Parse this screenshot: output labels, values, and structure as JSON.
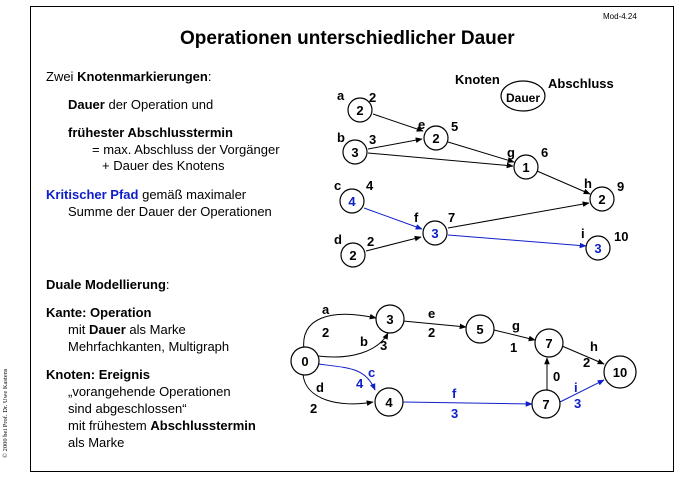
{
  "slide_id": "Mod-4.24",
  "title": "Operationen unterschiedlicher Dauer",
  "copyright": "© 2000 bei Prof. Dr. Uwe Kastens",
  "left": {
    "intro_prefix": "Zwei ",
    "intro_bold": "Knotenmarkierungen",
    "intro_suffix": ":",
    "dauer_bold": "Dauer",
    "dauer_rest": " der Operation und",
    "fruehester": "frühester Abschlusstermin",
    "max_line": "= max. Abschluss der Vorgänger",
    "plus_line": "+ Dauer des Knotens",
    "krit_bold": "Kritischer Pfad",
    "krit_rest": " gemäß maximaler",
    "krit_line2": "Summe der Dauer der Operationen",
    "duale_bold": "Duale Modellierung",
    "duale_suffix": ":",
    "kante_bold": "Kante: Operation",
    "mit_prefix": "mit ",
    "mit_bold": "Dauer",
    "mit_suffix": " als Marke",
    "mehrfach": "Mehrfachkanten, Multigraph",
    "knoten_bold": "Knoten: Ereignis",
    "vorangehende": "„vorangehende Operationen",
    "abgeschlossen": "sind abgeschlossen“",
    "mit_frueh_prefix": "mit frühestem ",
    "mit_frueh_bold": "Abschlusstermin",
    "als_marke": "als Marke"
  },
  "legend": {
    "knoten": "Knoten",
    "abschluss": "Abschluss",
    "dauer": "Dauer"
  },
  "colors": {
    "critical": "#1020c8",
    "normal": "#000000"
  },
  "graph1": {
    "nodes": [
      {
        "id": "a",
        "name": "a",
        "dauer": "2",
        "abschluss": "2",
        "critical": false
      },
      {
        "id": "b",
        "name": "b",
        "dauer": "3",
        "abschluss": "3",
        "critical": false
      },
      {
        "id": "e",
        "name": "e",
        "dauer": "2",
        "abschluss": "5",
        "critical": false
      },
      {
        "id": "g",
        "name": "g",
        "dauer": "1",
        "abschluss": "6",
        "critical": false
      },
      {
        "id": "c",
        "name": "c",
        "dauer": "4",
        "abschluss": "4",
        "critical": true
      },
      {
        "id": "h",
        "name": "h",
        "dauer": "2",
        "abschluss": "9",
        "critical": false
      },
      {
        "id": "f",
        "name": "f",
        "dauer": "3",
        "abschluss": "7",
        "critical": true
      },
      {
        "id": "d",
        "name": "d",
        "dauer": "2",
        "abschluss": "2",
        "critical": false
      },
      {
        "id": "i",
        "name": "i",
        "dauer": "3",
        "abschluss": "10",
        "critical": true
      }
    ],
    "edges": [
      {
        "from": "a",
        "to": "e",
        "critical": false
      },
      {
        "from": "b",
        "to": "e",
        "critical": false
      },
      {
        "from": "b",
        "to": "g",
        "critical": false
      },
      {
        "from": "e",
        "to": "g",
        "critical": false
      },
      {
        "from": "g",
        "to": "h",
        "critical": false
      },
      {
        "from": "c",
        "to": "f",
        "critical": true
      },
      {
        "from": "d",
        "to": "f",
        "critical": false
      },
      {
        "from": "f",
        "to": "h",
        "critical": false
      },
      {
        "from": "f",
        "to": "i",
        "critical": true
      }
    ]
  },
  "graph2": {
    "nodes": [
      "0",
      "3",
      "5",
      "4",
      "7",
      "7",
      "10"
    ],
    "edges": [
      {
        "from": "0",
        "to": "3",
        "operation": "a",
        "dauer": "2",
        "critical": false
      },
      {
        "from": "0",
        "to": "3",
        "operation": "b",
        "dauer": "3",
        "critical": false
      },
      {
        "from": "3",
        "to": "5",
        "operation": "e",
        "dauer": "2",
        "critical": false
      },
      {
        "from": "5",
        "to": "7",
        "operation": "g",
        "dauer": "1",
        "critical": false
      },
      {
        "from": "0",
        "to": "4",
        "operation": "c",
        "dauer": "4",
        "critical": true
      },
      {
        "from": "0",
        "to": "4",
        "operation": "d",
        "dauer": "2",
        "critical": false
      },
      {
        "from": "4",
        "to": "7",
        "operation": "f",
        "dauer": "3",
        "critical": true
      },
      {
        "from": "7",
        "to": "7",
        "operation": "",
        "dauer": "0",
        "critical": false
      },
      {
        "from": "7",
        "to": "10",
        "operation": "h",
        "dauer": "2",
        "critical": false
      },
      {
        "from": "7",
        "to": "10",
        "operation": "i",
        "dauer": "3",
        "critical": true
      }
    ]
  }
}
